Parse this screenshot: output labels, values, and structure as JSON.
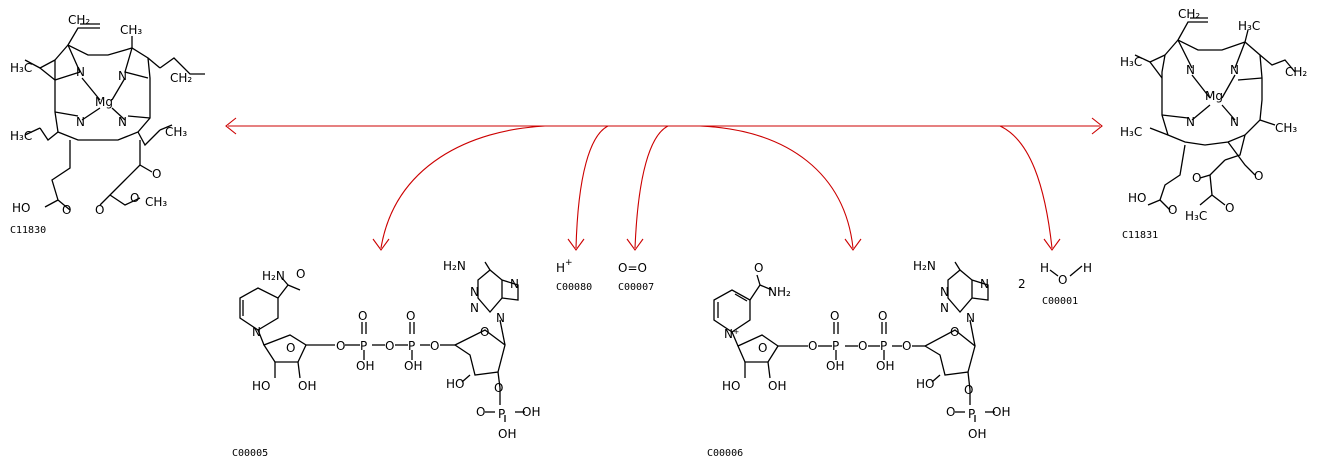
{
  "compounds": {
    "substrate": {
      "id": "C11830",
      "metal": "Mg"
    },
    "product": {
      "id": "C11831",
      "metal": "Mg"
    },
    "nadph": {
      "id": "C00005"
    },
    "nadp": {
      "id": "C00006"
    },
    "proton": {
      "id": "C00080",
      "formula": "H",
      "charge": "+"
    },
    "oxygen": {
      "id": "C00007",
      "formula": "O=O"
    },
    "water": {
      "id": "C00001",
      "coefficient": "2",
      "h": "H",
      "o": "O"
    }
  },
  "atom_labels": {
    "N": "N",
    "Mg": "Mg",
    "O": "O",
    "OH": "OH",
    "HO": "HO",
    "P": "P",
    "H3C": "H₃C",
    "CH3": "CH₃",
    "CH2": "CH₂",
    "NH2": "NH₂",
    "H2N": "H₂N",
    "N_plus": "N⁺"
  },
  "colors": {
    "arrow": "#cc0000",
    "bond": "#000000",
    "background": "#ffffff"
  }
}
